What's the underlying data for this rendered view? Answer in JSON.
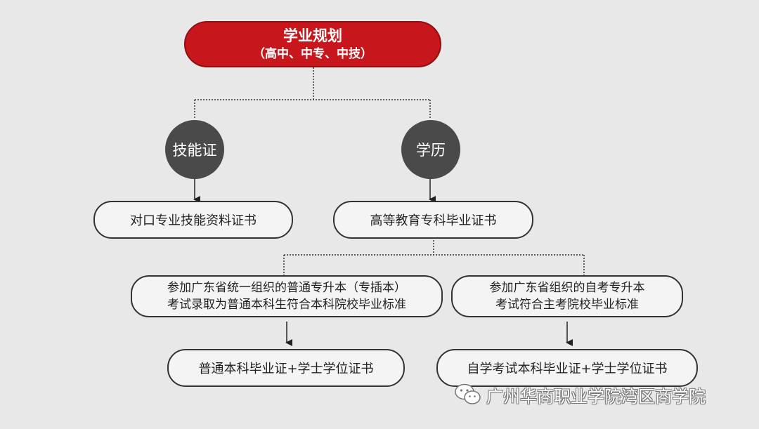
{
  "top": {
    "title": "学业规划",
    "subtitle": "（高中、中专、中技）"
  },
  "branches": {
    "skill": "技能证",
    "degree": "学历"
  },
  "level1": {
    "skill_cert": "对口专业技能资料证书",
    "college_cert": "高等教育专科毕业证书"
  },
  "level2": {
    "left_line1": "参加广东省统一组织的普通专升本（专插本）",
    "left_line2": "考试录取为普通本科生符合本科院校毕业标准",
    "right_line1": "参加广东省组织的自考专升本",
    "right_line2": "考试符合主考院校毕业标准"
  },
  "level3": {
    "left": "普通本科毕业证+学士学位证书",
    "right": "自学考试本科毕业证+学士学位证书"
  },
  "watermark": {
    "text": "广州华商职业学院湾区商学院",
    "icon": "wechat-icon"
  },
  "colors": {
    "background": "#e8e8e8",
    "accent": "#c8161d",
    "circle": "#4a4a4a"
  }
}
